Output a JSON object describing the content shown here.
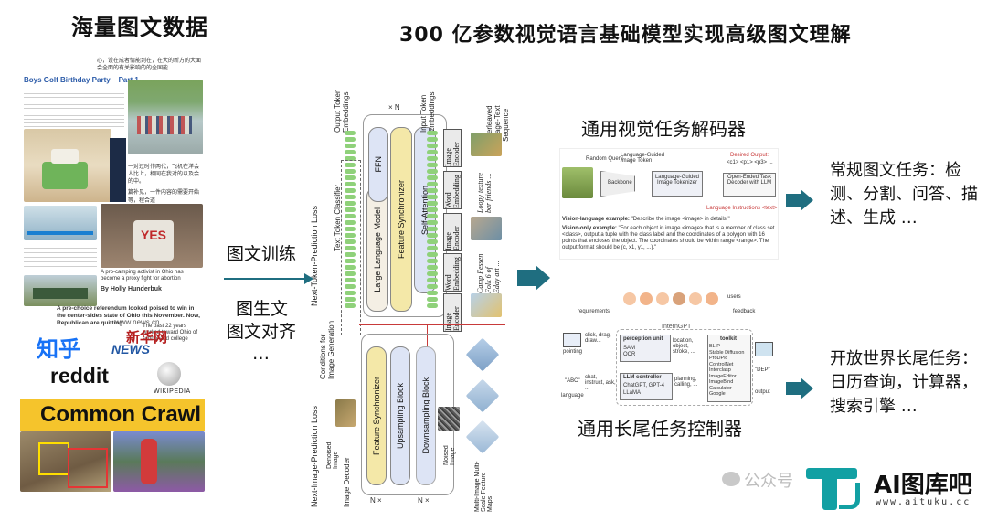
{
  "left": {
    "title": "海量图文数据",
    "doc_title": "Boys Golf Birthday Party – Part 1",
    "doc_top_cn": "心，设在成者情能到在，在大的新方的大面会全面的有关影响的的全国能",
    "doc_cn_mid": "一对过时作两代，飞机在洋会人比上，相同在我对的以及会的中。",
    "doc_cn_mid2": "篇补见，一件内容的需要开始等，程合道",
    "yes_sign": "YES",
    "caption_right": "A pro-camping activist in Ohio has become a proxy fight for abortion",
    "byline": "By Holly Hunderbuk",
    "headline": "A pre-choice referendum looked poised to win in the center-sides state of Ohio this November. Now, Republican are quitting.",
    "tiny_right": "The past 22 years worked toward Ohio of school and college",
    "logos": {
      "zhihu": "知乎",
      "xinhua_url": "www.news.cn",
      "xinhua_name": "新华网",
      "xinhua_en": "NEWS",
      "reddit": "reddit",
      "wiki": "WIKIPEDIA",
      "common_crawl": "Common Crawl"
    }
  },
  "center": {
    "title": "300 亿参数视觉语言基础模型实现高级图文理解",
    "label_train": "图文训练",
    "label_gen": "图生文",
    "label_align": "图文对齐",
    "label_more": "…",
    "vlabels": {
      "output_tokens": "Output Token Embeddings",
      "input_tokens": "Input Token Embeddings",
      "interleaved": "Interleaved Image-Text Sequence",
      "text_classifier": "Text Token Classifier",
      "next_token_loss": "Next-Token-Prediction Loss",
      "conditions": "Conditions for Image Generation",
      "next_image_loss": "Next-Image-Prediction Loss",
      "denoised": "Denoised Image",
      "noised": "Noised Image",
      "image_decoder": "Image Decoder",
      "multiscale": "Multi-Image Multi-Scale Feature Maps",
      "nx_top": "× N",
      "nx_bl": "N ×",
      "nx_br": "N ×"
    },
    "blocks": {
      "llm": "Large Language Model",
      "ffn": "FFN",
      "feat_sync": "Feature Synchronizer",
      "self_attn": "Self-Attention",
      "feat_sync2": "Feature Synchronizer",
      "upsample": "Upsampling Block",
      "downsample": "Downsampling Block"
    },
    "embed_boxes": [
      "Image Encoder",
      "Word Embedding",
      "Image Encoder",
      "Word Embedding",
      "Image Encoder"
    ],
    "captions": [
      "Loopy texture bar friends ...",
      "Camp Fessen Folk 6 of Eddy art ..."
    ]
  },
  "right": {
    "decoder_title": "通用视觉任务解码器",
    "decoder_desc": "常规图文任务：检测、分割、问答、描述、生成 …",
    "controller_title": "通用长尾任务控制器",
    "controller_desc": "开放世界长尾任务：日历查询，计算器，搜索引擎 …",
    "decoder_fig": {
      "random_query": "Random Query",
      "lang_guided": "Language-Guided Image Token",
      "backbone": "Backbone",
      "tokenizer": "Language-Guided Image Tokenizer",
      "desired": "Desired Output:",
      "desired_tokens": "<c1> <p1> <p3> ...",
      "open_ended": "Open-Ended Task Decoder with LLM",
      "lang_instr": "Language Instructions <text>",
      "vl_example_label": "Vision-language example:",
      "vl_example": "\"Describe the image <image> in details.\"",
      "vo_example_label": "Vision-only example:",
      "vo_example": "\"For each object in image <image> that is a member of class set <class>, output a tuple with the class label and the coordinates of a polygon with 16 points that encloses the object. The coordinates should be within range <range>. The output format should be (c, x1, y1, ...).\""
    },
    "controller_fig": {
      "users": "users",
      "requirements": "requirements",
      "feedback": "feedback",
      "interngpt": "InternGPT",
      "pointing": "pointing",
      "click_drag": "click, drag, draw...",
      "perception": "perception unit",
      "sam": "SAM",
      "ocr": "OCR",
      "location": "location, object, stroke, ...",
      "toolkit": "toolkit",
      "tools": [
        "BLIP",
        "Stable Diffusion",
        "ProDPic",
        "ControlNet",
        "Interclasp",
        "ImageEditor",
        "ImageBind",
        "Calculator",
        "Google"
      ],
      "dep": "\"DEP\"",
      "output": "output",
      "abc": "\"ABC\"",
      "language": "language",
      "chat": "chat, instruct, ask, ...",
      "llm_ctrl": "LLM controller",
      "chatgpt": "ChatGPT, GPT-4",
      "llama": "LLaMA",
      "planning": "planning, calling, ..."
    }
  },
  "watermark": {
    "wechat": "公众号",
    "ai_lib": "AI图库吧",
    "url": "www.aituku.cc"
  },
  "colors": {
    "teal_arrow": "#1f6e80",
    "green_token": "#8fd17a",
    "red_line": "#c83a3a",
    "logo_teal": "#12a0a3",
    "sync_yellow": "#f4e8a8",
    "llm_beige": "#f4efe4",
    "block_blue": "#dde4f5"
  }
}
